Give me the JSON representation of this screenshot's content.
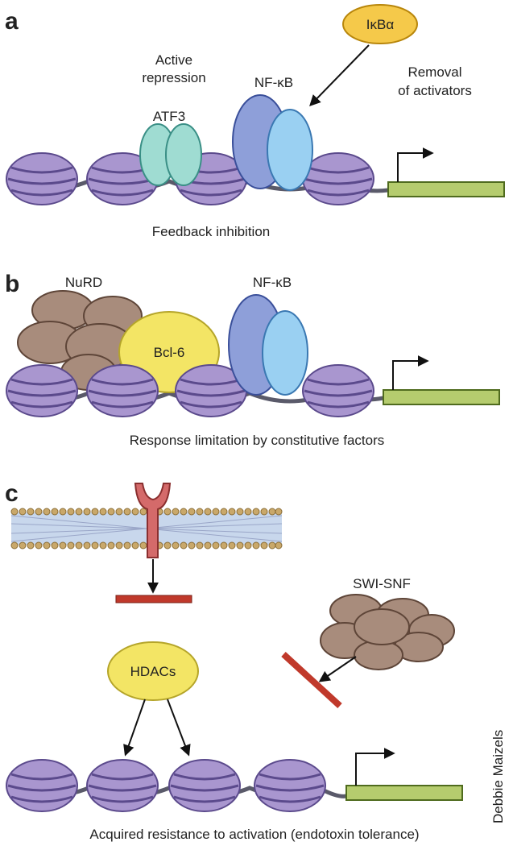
{
  "panels": {
    "a": {
      "letter": "a",
      "labels": {
        "ikba": "IκBα",
        "active_line1": "Active",
        "active_line2": "repression",
        "nfkb": "NF-κB",
        "removal_line1": "Removal",
        "removal_line2": "of activators",
        "atf3": "ATF3"
      },
      "caption": "Feedback inhibition"
    },
    "b": {
      "letter": "b",
      "labels": {
        "nurd": "NuRD",
        "nfkb": "NF-κB",
        "bcl6": "Bcl-6"
      },
      "caption": "Response limitation by constitutive factors"
    },
    "c": {
      "letter": "c",
      "labels": {
        "swisnf": "SWI-SNF",
        "hdacs": "HDACs"
      },
      "caption": "Acquired resistance to activation (endotoxin tolerance)"
    }
  },
  "credit": "Debbie Maizels",
  "colors": {
    "nucleosome": "#a996cf",
    "nucleosome_edge": "#5b4a8c",
    "dna": "#5a5a6a",
    "gene": "#b5cc6e",
    "gene_edge": "#4f6b1e",
    "atf3": "#9fdcd2",
    "nfkb_dark": "#8e9fd9",
    "nfkb_light": "#9ad0f2",
    "ikba": "#f5c94a",
    "bcl6": "#f3e565",
    "hdacs": "#f3e565",
    "remodeler": "#a88c7c",
    "receptor": "#d46a6a",
    "inhibitor_bar": "#c0392b",
    "membrane_head": "#c9a86a"
  }
}
